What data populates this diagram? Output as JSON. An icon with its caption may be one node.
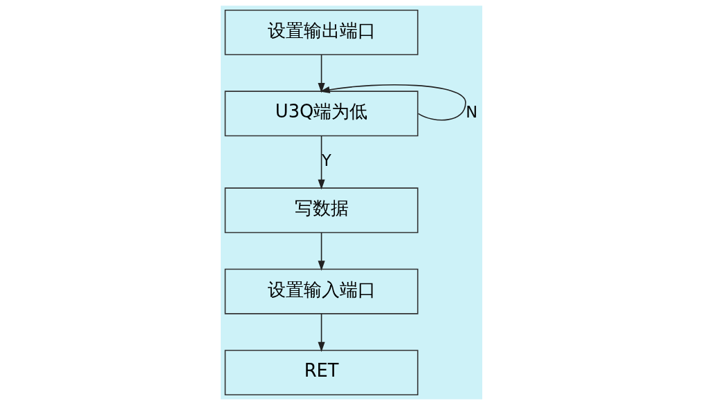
{
  "diagram": {
    "nodes": [
      {
        "text": [
          "设置输出端口"
        ]
      },
      {
        "text": [
          "U3Q端为低"
        ]
      },
      {
        "text": [
          "写数据"
        ]
      },
      {
        "text": [
          "设置输入端口"
        ]
      },
      {
        "text": [
          "RET"
        ]
      }
    ],
    "edges": [
      {
        "from": 0,
        "to": 1,
        "arrow": "to"
      },
      {
        "from": 1,
        "to": 1,
        "arrow": "to",
        "label": "N"
      },
      {
        "from": 1,
        "to": 2,
        "arrow": "to",
        "label": "Y"
      },
      {
        "from": 2,
        "to": 3,
        "arrow": "to"
      },
      {
        "from": 3,
        "to": 4,
        "arrow": "to"
      }
    ]
  }
}
